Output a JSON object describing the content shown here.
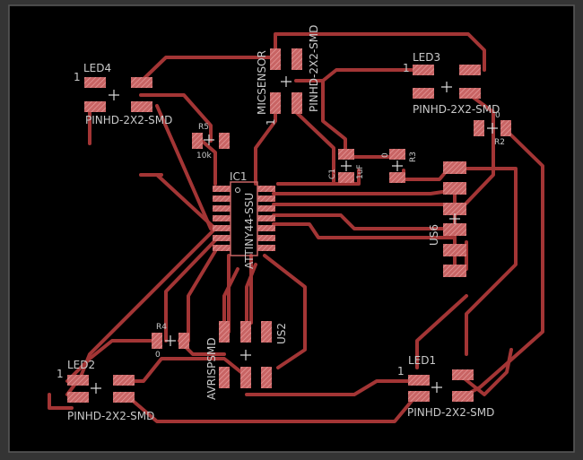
{
  "colors": {
    "background": "#343434",
    "board": "#000000",
    "board_edge": "#5a5a5a",
    "trace": "#a33535",
    "pad": "#c86464",
    "pad_hatch": "#e8a0a0",
    "text": "#c9c9c9",
    "origin_cross": "#d8d8d8"
  },
  "labels": {
    "led4": "LED4",
    "led4_pkg": "PINHD-2X2-SMD",
    "led4_pin1": "1",
    "micsensor": "MICSENSOR",
    "micsensor_pkg": "PINHD-2X2-SMD",
    "micsensor_pin1": "1",
    "led3": "LED3",
    "led3_pkg": "PINHD-2X2-SMD",
    "led3_pin1": "1",
    "r5": "R5",
    "r5_val": "10k",
    "r2": "R2",
    "r2_val": "0",
    "c1": "C1",
    "c1_val": "1uF",
    "r3": "R3",
    "r3_val": "0",
    "ic1": "IC1",
    "ic1_pkg": "ATTINY44-SSU",
    "us6": "US6",
    "r4": "R4",
    "r4_val": "0",
    "avrisp": "AVRISPSMD",
    "us2": "US2",
    "led2": "LED2",
    "led2_pkg": "PINHD-2X2-SMD",
    "led2_pin1": "1",
    "led1": "LED1",
    "led1_pkg": "PINHD-2X2-SMD",
    "led1_pin1": "1"
  }
}
